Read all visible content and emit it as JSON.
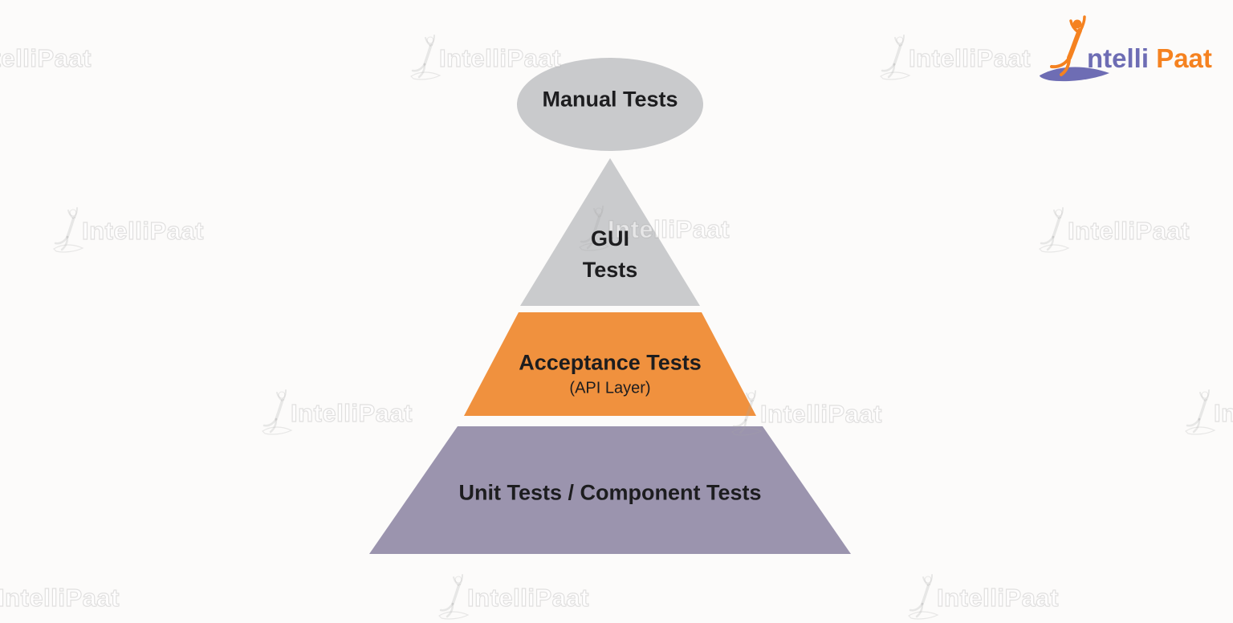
{
  "page": {
    "background": "#fcfbfa"
  },
  "logo": {
    "brand": "IntelliPaat",
    "text_primary": "ntelli",
    "text_secondary": "Paat",
    "color_primary": "#6e6db4",
    "color_secondary": "#f58220"
  },
  "watermark": {
    "text": "IntelliPaat"
  },
  "pyramid": {
    "text_color": "#1d1d1f",
    "layers": [
      {
        "id": "manual-tests",
        "label": "Manual Tests",
        "shape": "ellipse",
        "color": "#c9cacc"
      },
      {
        "id": "gui-tests",
        "line1": "GUI",
        "line2": "Tests",
        "shape": "triangle",
        "color": "#cacbcd"
      },
      {
        "id": "acceptance-tests",
        "label": "Acceptance Tests",
        "sublabel": "(API Layer)",
        "shape": "trapezoid",
        "color": "#f0913e"
      },
      {
        "id": "unit-tests",
        "label": "Unit Tests / Component Tests",
        "shape": "trapezoid",
        "color": "#9b94ae"
      }
    ]
  },
  "chart_data": {
    "type": "pyramid-diagram",
    "title": "",
    "levels_top_to_bottom": [
      "Manual Tests",
      "GUI Tests",
      "Acceptance Tests (API Layer)",
      "Unit Tests / Component Tests"
    ]
  }
}
